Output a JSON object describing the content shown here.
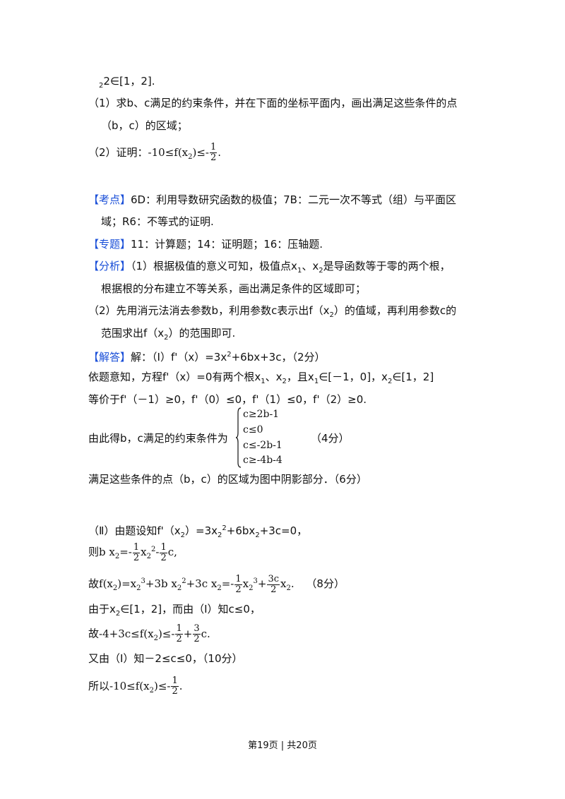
{
  "lines": {
    "l0": "2∈[1，2].",
    "l1": "（1）求b、c满足的约束条件，并在下面的坐标平面内，画出满足这些条件的点",
    "l2": "（b，c）的区域；",
    "l3_pre": "（2）证明：",
    "l3_math": "-10≤f(x",
    "l3_math2": ")≤-",
    "kaodian_label": "【考点】",
    "kaodian_1": "6D：利用导数研究函数的极值；7B：二元一次不等式（组）与平面区",
    "kaodian_2": "域；R6：不等式的证明.",
    "zhuanti_label": "【专题】",
    "zhuanti": "11：计算题；14：证明题；16：压轴题.",
    "fenxi_label": "【分析】",
    "fenxi_1a": "（1）根据极值的意义可知，极值点x",
    "fenxi_1b": "、x",
    "fenxi_1c": "是导函数等于零的两个根，",
    "fenxi_2": "根据根的分布建立不等关系，画出满足条件的区域即可；",
    "fenxi_3a": "（2）先用消元法消去参数b，利用参数c表示出f（x",
    "fenxi_3b": "）的值域，再利用参数c的",
    "fenxi_4a": "范围求出f（x",
    "fenxi_4b": "）的范围即可.",
    "jieda_label": "【解答】",
    "jieda_1a": "解：（Ⅰ）f'（x）=3x",
    "jieda_1b": "+6bx+3c，（2分）",
    "s1a": "依题意知，方程f'（x）=0有两个根x",
    "s1b": "、x",
    "s1c": "，且x",
    "s1d": "∈[－1，0]，x",
    "s1e": "∈[1，2]",
    "s2": "等价于f'（－1）≥0，f'（0）≤0，f'（1）≤0，f'（2）≥0.",
    "s3a": "由此得b，c满足的约束条件为",
    "s3b": "（4分）",
    "s4": "满足这些条件的点（b，c）的区域为图中阴影部分．（6分）",
    "s5a": "（Ⅱ）由题设知f'（x",
    "s5b": "）=3x",
    "s5c": "+6bx",
    "s5d": "+3c=0，",
    "s6a": "则",
    "s7a": "故",
    "s7b": "（8分）",
    "s8a": "由于x",
    "s8b": "∈[1，2]，而由（Ⅰ）知c≤0，",
    "s9a": "故",
    "s10": "又由（I）知－2≤c≤0，（10分）",
    "s11a": "所以"
  },
  "sub": {
    "one": "1",
    "two": "2",
    "half_num": "1",
    "half_den": "2",
    "sq": "2",
    "three": "3",
    "c3": "3c",
    "c": "c"
  },
  "system": [
    "c≥2b-1",
    "c≤0",
    "c≤-2b-1",
    "c≥-4b-4"
  ],
  "footer": "第19页 | 共20页"
}
